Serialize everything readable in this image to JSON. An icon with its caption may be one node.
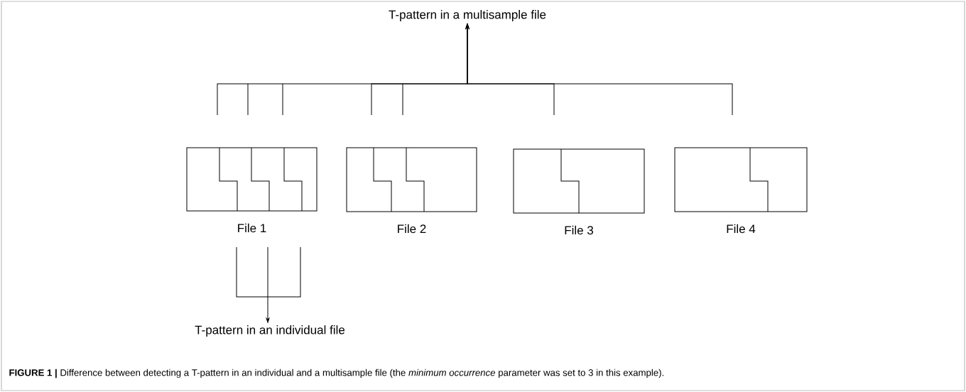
{
  "diagram": {
    "caption": "**FIGURE 1 |** Difference between detecting a T-pattern in an individual and a multisample file (the *minimum occurrence* parameter was set to 3 in this example).",
    "nodes": [
      {
        "text": [
          "T-pattern in a multisample file"
        ]
      },
      {
        "text": [],
        "shape": "box",
        "beside": [
          "File 1"
        ]
      },
      {
        "text": [],
        "shape": "box",
        "beside": [
          "File 2"
        ]
      },
      {
        "text": [],
        "shape": "box",
        "beside": [
          "File 3"
        ]
      },
      {
        "text": [],
        "shape": "box",
        "beside": [
          "File 4"
        ]
      },
      {
        "text": [
          "T-pattern in an individual file"
        ]
      }
    ],
    "edges": [
      {
        "from": 1,
        "to": 0,
        "arrow": "to"
      },
      {
        "from": 2,
        "to": 0,
        "arrow": "to"
      },
      {
        "from": 3,
        "to": 0,
        "arrow": "to"
      },
      {
        "from": 4,
        "to": 0,
        "arrow": "to"
      },
      {
        "from": 1,
        "to": 5,
        "arrow": "to"
      }
    ]
  }
}
